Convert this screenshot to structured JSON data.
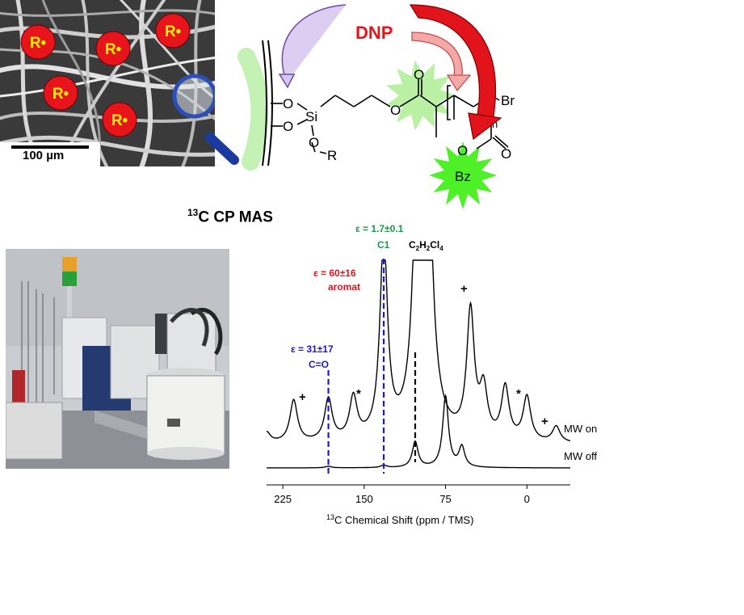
{
  "sem_image": {
    "scale_label": "100 µm",
    "radical_label": "R•",
    "radical_count": 5,
    "colors": {
      "radical_fill": "#e8141c",
      "radical_text": "#ffee00",
      "fiber_bg": "#3a3a3a"
    },
    "icon": "magnifier-icon"
  },
  "molecule": {
    "dnp_label": "DNP",
    "dnp_color": "#e8141c",
    "atoms": {
      "O1": "O",
      "O2": "O",
      "Si": "Si",
      "O3": "O",
      "R": "R",
      "O_ester": "O",
      "O_carbonyl": "O",
      "Br": "Br",
      "n": "n",
      "O_side": "O",
      "O_side2": "O",
      "Bz": "Bz"
    },
    "colors": {
      "burst_light": "#b9f0a3",
      "burst_bright": "#4ef028",
      "arrow_dark": "#e0141a",
      "arrow_pink": "#f5a8a8",
      "arrow_lilac": "#d8c8f0"
    }
  },
  "photo": {
    "name": "DNP NMR spectrometer photo"
  },
  "spectrum": {
    "title_sup": "13",
    "title_main": "C CP MAS",
    "xlabel_sup": "13",
    "xlabel_main": "C Chemical Shift (ppm / TMS)",
    "trace_labels": {
      "on": "MW on",
      "off": "MW off"
    },
    "annotations": {
      "c1_eps": "ε = 1.7±0.1",
      "c1_name": "C1",
      "solvent_main": "C",
      "solvent_sub1": "2",
      "solvent_h": "H",
      "solvent_sub2": "2",
      "solvent_cl": "Cl",
      "solvent_sub3": "4",
      "arom_eps": "ε = 60±16",
      "arom_name": "aromat",
      "co_eps": "ε = 31±17",
      "co_name": "C=O",
      "plus": "+",
      "star": "*"
    },
    "colors": {
      "green": "#1a9a4a",
      "red": "#e0141a",
      "blue": "#1a1acc",
      "black": "#000000"
    }
  },
  "chart_data": {
    "type": "line",
    "xlabel": "13C Chemical Shift (ppm / TMS)",
    "xlim": [
      240,
      -40
    ],
    "xaxis_reversed": true,
    "x_ticks": [
      225,
      150,
      75,
      0
    ],
    "series": [
      {
        "name": "MW on",
        "peaks": [
          {
            "x": 240,
            "y": 0.1
          },
          {
            "x": 215,
            "y": 0.4
          },
          {
            "x": 183,
            "y": 0.4
          },
          {
            "x": 160,
            "y": 0.4
          },
          {
            "x": 132,
            "y": 1.9
          },
          {
            "x": 103,
            "y": 0.65
          },
          {
            "x": 95,
            "y": 8.0
          },
          {
            "x": 52,
            "y": 1.2
          },
          {
            "x": 40,
            "y": 0.45
          },
          {
            "x": 20,
            "y": 0.5
          },
          {
            "x": 0,
            "y": 0.42
          },
          {
            "x": -27,
            "y": 0.15
          }
        ]
      },
      {
        "name": "MW off",
        "peaks": [
          {
            "x": 183,
            "y": 0.02
          },
          {
            "x": 132,
            "y": 0.03
          },
          {
            "x": 103,
            "y": 0.32
          },
          {
            "x": 75,
            "y": 0.88
          },
          {
            "x": 60,
            "y": 0.25
          }
        ]
      }
    ],
    "markers": [
      {
        "x": 183,
        "label": "ε = 31±17 C=O",
        "color": "#1a1acc",
        "style": "dashed"
      },
      {
        "x": 132,
        "label": "ε = 1.7±0.1 C1",
        "color": "#1a1acc",
        "style": "dashed"
      },
      {
        "x": 103,
        "label": "C2H2Cl4",
        "color": "#000000",
        "style": "dashed"
      }
    ]
  }
}
